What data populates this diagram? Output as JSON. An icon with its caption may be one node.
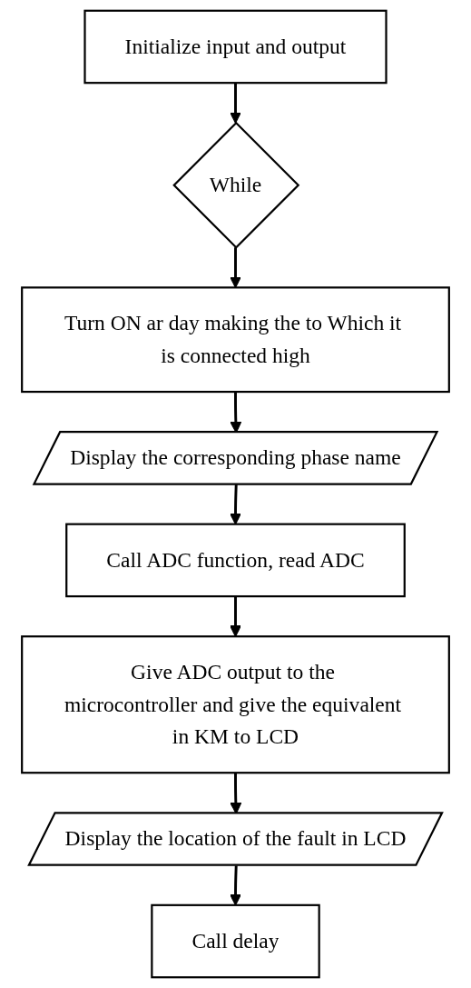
{
  "diagram": {
    "nodes": [
      {
        "text": [
          "Initialize input and output"
        ]
      },
      {
        "text": [
          "While"
        ]
      },
      {
        "text": [
          "Turn ON ar day making the to Which it is connected high"
        ]
      },
      {
        "text": [
          "Display the corresponding phase name"
        ]
      },
      {
        "text": [
          "Call ADC function, read ADC"
        ]
      },
      {
        "text": [
          "Give ADC output to the microcontroller and give the equivalent in KM to LCD"
        ]
      },
      {
        "text": [
          "Display the location of the fault in LCD"
        ]
      },
      {
        "text": [
          "Call delay"
        ]
      }
    ],
    "edges": [
      {
        "from": 0,
        "to": 1,
        "arrow": "to"
      },
      {
        "from": 1,
        "to": 2,
        "arrow": "to"
      },
      {
        "from": 2,
        "to": 3,
        "arrow": "to"
      },
      {
        "from": 3,
        "to": 4,
        "arrow": "to"
      },
      {
        "from": 4,
        "to": 5,
        "arrow": "to"
      },
      {
        "from": 5,
        "to": 6,
        "arrow": "to"
      },
      {
        "from": 6,
        "to": 7,
        "arrow": "to"
      }
    ]
  }
}
